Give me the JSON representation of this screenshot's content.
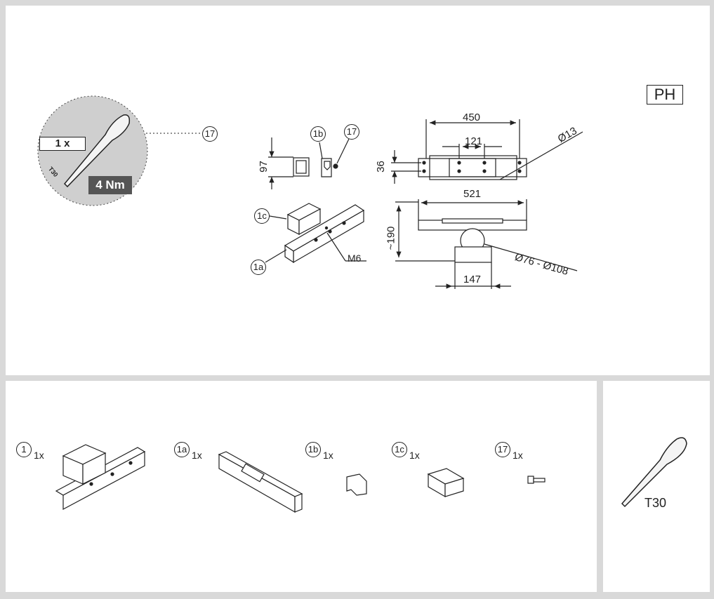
{
  "header": {
    "code": "PH"
  },
  "tool_callout": {
    "quantity": "1 x",
    "torque": "4 Nm",
    "bit": "T30",
    "ref": "17"
  },
  "diagram": {
    "refs": {
      "r1a": "1a",
      "r1b": "1b",
      "r1c": "1c",
      "r17": "17"
    },
    "thread_label": "M6",
    "dims": {
      "d450": "450",
      "d121": "121",
      "d13": "Ø13",
      "d36": "36",
      "d97": "97",
      "d521": "521",
      "d190": "~190",
      "d76": "Ø76 - Ø108",
      "d147": "147"
    }
  },
  "parts": [
    {
      "id": "1",
      "qty": "1x"
    },
    {
      "id": "1a",
      "qty": "1x"
    },
    {
      "id": "1b",
      "qty": "1x"
    },
    {
      "id": "1c",
      "qty": "1x"
    },
    {
      "id": "17",
      "qty": "1x"
    }
  ],
  "tool_panel": {
    "label": "T30"
  }
}
